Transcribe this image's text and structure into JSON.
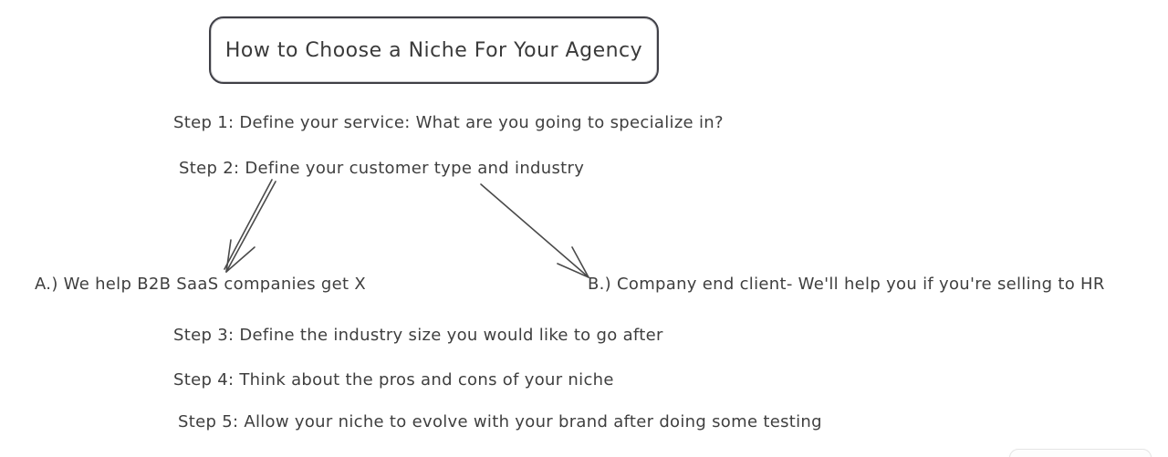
{
  "canvas": {
    "title": "How to Choose a Niche For Your Agency",
    "steps": [
      "Step 1: Define your service: What are you going to specialize in?",
      "Step 2: Define your customer type and industry",
      "Step 3: Define the industry size you would like to go after",
      "Step 4: Think about the pros and cons of your niche",
      "Step 5: Allow your niche to evolve with your brand after doing some testing"
    ],
    "options": [
      "A.) We help B2B SaaS companies get X",
      "B.) Company end client- We'll help you if you're selling to HR"
    ],
    "colors": {
      "stroke": "#4a4a4a",
      "text": "#3f3f3f",
      "background": "#ffffff",
      "panel_border": "#e5e5e5"
    }
  }
}
